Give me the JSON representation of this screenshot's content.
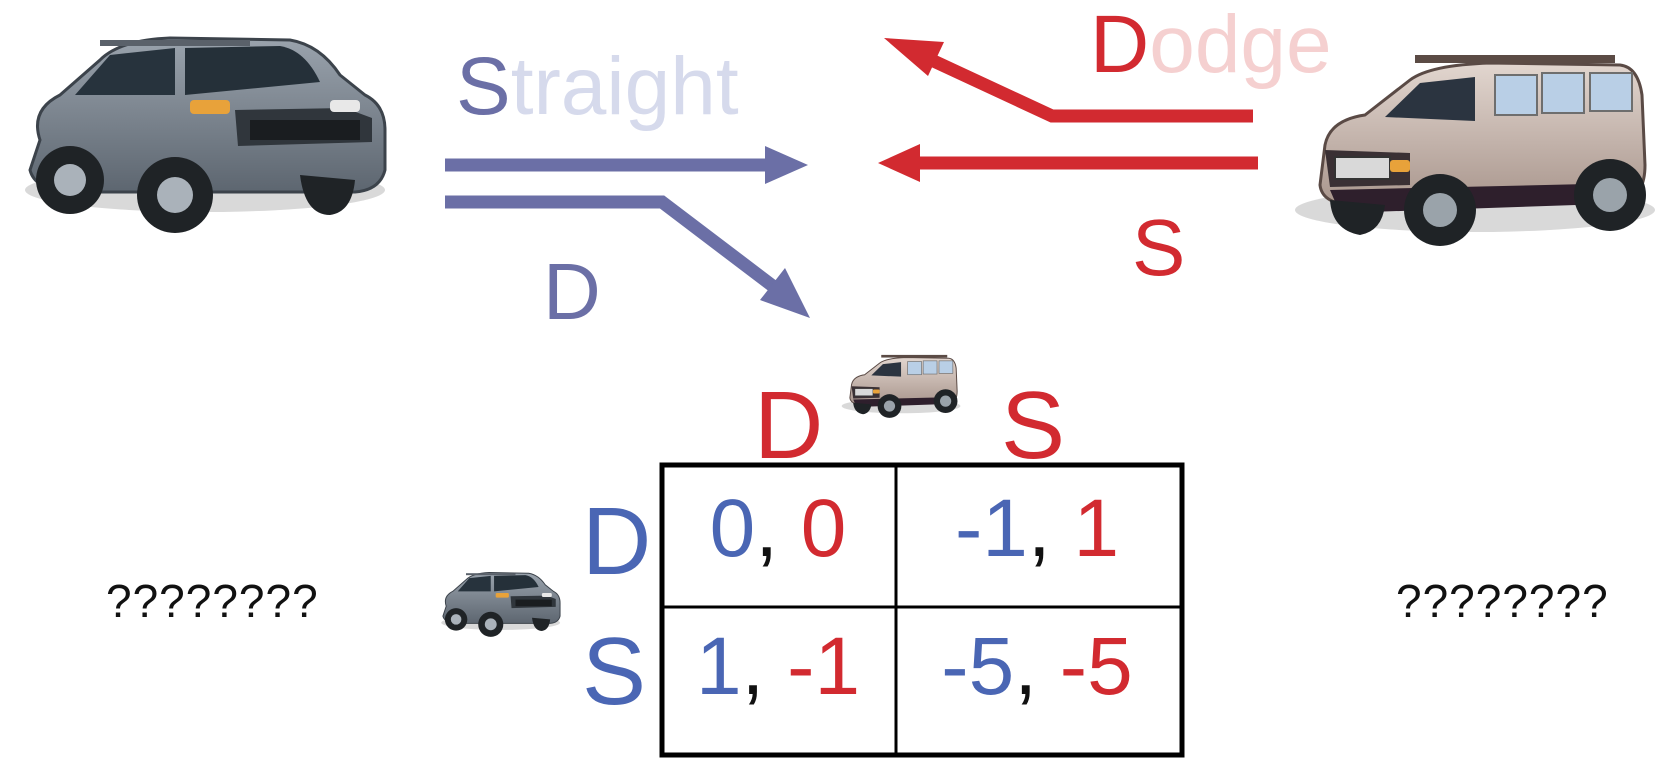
{
  "colors": {
    "player1": "#6b6fa6",
    "player1_faded": "#d6daec",
    "player2": "#d22a30",
    "player2_faded": "#f5d0d0",
    "payoff_player1": "#4a66b4",
    "payoff_player2": "#d22a30",
    "grid": "#000000",
    "text": "#111111"
  },
  "left_car": {
    "icon": "grey-suv-icon",
    "actions": {
      "straight": {
        "initial": "S",
        "rest": "traight"
      },
      "dodge": {
        "initial": "D",
        "rest": ""
      }
    }
  },
  "right_car": {
    "icon": "tan-suv-icon",
    "actions": {
      "dodge": {
        "initial": "D",
        "rest": "odge"
      },
      "straight": {
        "initial": "S",
        "rest": ""
      }
    }
  },
  "payoff_matrix": {
    "column_player_icon": "tan-suv-icon",
    "row_player_icon": "grey-suv-icon",
    "column_headers": [
      "D",
      "S"
    ],
    "row_headers": [
      "D",
      "S"
    ],
    "cells": [
      [
        {
          "p1": "0",
          "sep": ", ",
          "p2": "0"
        },
        {
          "p1": "-1",
          "sep": ", ",
          "p2": "1"
        }
      ],
      [
        {
          "p1": "1",
          "sep": ", ",
          "p2": "-1"
        },
        {
          "p1": "-5",
          "sep": ", ",
          "p2": "-5"
        }
      ]
    ]
  },
  "placeholders": {
    "left": "????????",
    "right": "????????"
  }
}
